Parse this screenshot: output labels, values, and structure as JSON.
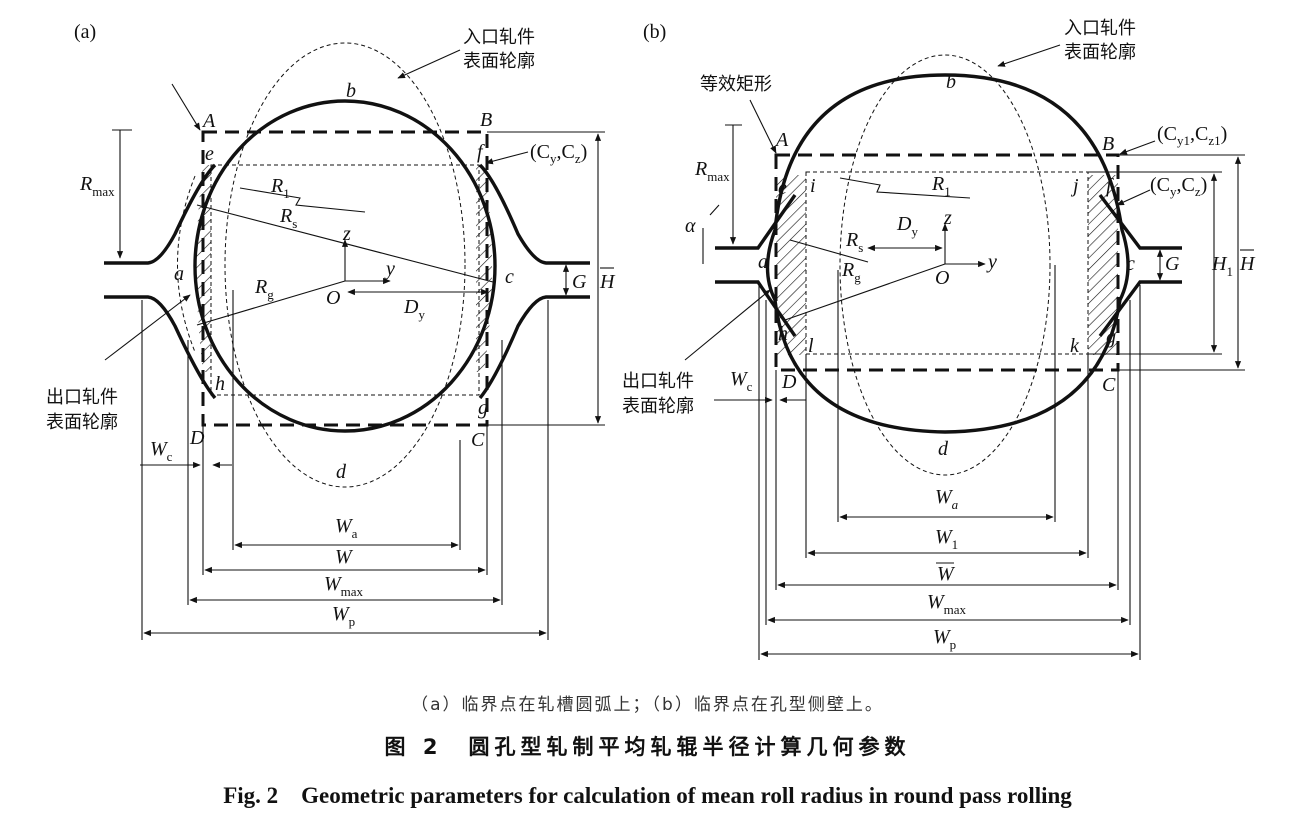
{
  "panel_a": {
    "tag": "(a)",
    "entry_profile": [
      "入口轧件",
      "表面轮廓"
    ],
    "exit_profile": [
      "出口轧件",
      "表面轮廓"
    ],
    "points": {
      "A": "A",
      "B": "B",
      "C": "C",
      "D": "D",
      "a": "a",
      "b": "b",
      "c": "c",
      "d": "d",
      "e": "e",
      "f": "f",
      "g": "g",
      "h": "h",
      "O": "O"
    },
    "coord": "(C",
    "coord_y": "y",
    "coord_sep": ",C",
    "coord_z": "z",
    "coord_end": ")",
    "axes": {
      "y": "y",
      "z": "z"
    },
    "params": {
      "R_max": [
        "R",
        "max"
      ],
      "R_1": [
        "R",
        "1"
      ],
      "R_s": [
        "R",
        "s"
      ],
      "R_g": [
        "R",
        "g"
      ],
      "D_y": [
        "D",
        "y"
      ],
      "G": "G",
      "H_bar": "H",
      "W_c": [
        "W",
        "c"
      ],
      "W_a": [
        "W",
        "a"
      ],
      "W_bar": "W",
      "W_max": [
        "W",
        "max"
      ],
      "W_p": [
        "W",
        "p"
      ]
    }
  },
  "panel_b": {
    "tag": "(b)",
    "equiv_rect": "等效矩形",
    "entry_profile": [
      "入口轧件",
      "表面轮廓"
    ],
    "exit_profile": [
      "出口轧件",
      "表面轮廓"
    ],
    "points": {
      "A": "A",
      "B": "B",
      "C": "C",
      "D": "D",
      "a": "a",
      "b": "b",
      "c": "c",
      "d": "d",
      "e": "e",
      "f": "f",
      "g": "g",
      "h": "h",
      "i": "i",
      "j": "j",
      "k": "k",
      "l": "l",
      "O": "O"
    },
    "coord1": {
      "open": "(C",
      "sub1": "y1",
      "sep": ",C",
      "sub2": "z1",
      "close": ")"
    },
    "coord2": {
      "open": "(C",
      "sub1": "y",
      "sep": ",C",
      "sub2": "z",
      "close": ")"
    },
    "axes": {
      "y": "y",
      "z": "z"
    },
    "alpha": "α",
    "params": {
      "R_max": [
        "R",
        "max"
      ],
      "R_1": [
        "R",
        "1"
      ],
      "R_s": [
        "R",
        "s"
      ],
      "R_g": [
        "R",
        "g"
      ],
      "D_y": [
        "D",
        "y"
      ],
      "G": "G",
      "H_1": [
        "H",
        "1"
      ],
      "H_bar": "H",
      "W_c": [
        "W",
        "c"
      ],
      "W_a": [
        "W",
        "a"
      ],
      "W_1": [
        "W",
        "1"
      ],
      "W_bar": "W",
      "W_max": [
        "W",
        "max"
      ],
      "W_p": [
        "W",
        "p"
      ]
    }
  },
  "caption": {
    "sub": "（a）临界点在轧槽圆弧上；（b）临界点在孔型侧壁上。",
    "cn": "图 2　圆孔型轧制平均轧辊半径计算几何参数",
    "en": "Fig. 2　Geometric parameters for calculation of mean roll radius in round pass rolling"
  }
}
